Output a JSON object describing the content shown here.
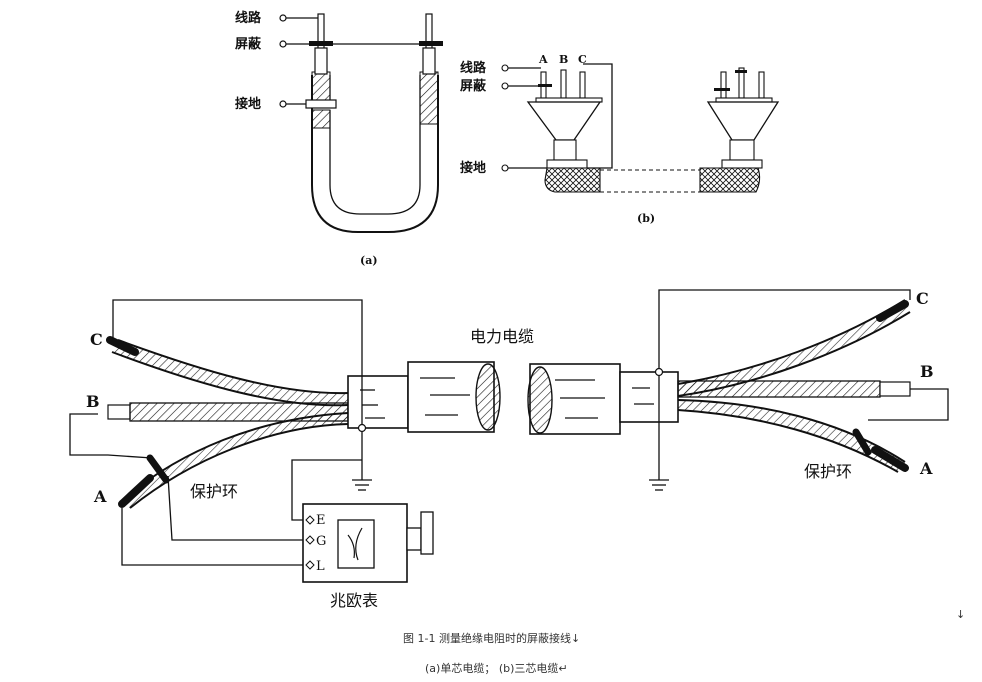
{
  "top_a": {
    "line_label": "线路",
    "shield_label": "屏蔽",
    "ground_label": "接地",
    "caption": "(a)"
  },
  "top_b": {
    "line_label": "线路",
    "shield_label": "屏蔽",
    "ground_label": "接地",
    "core_a": "A",
    "core_b": "B",
    "core_c": "C",
    "caption": "(b)"
  },
  "main": {
    "cable_label": "电力电缆",
    "left_c": "C",
    "left_b": "B",
    "left_a": "A",
    "right_c": "C",
    "right_b": "B",
    "right_a": "A",
    "guard_ring_left": "保护环",
    "guard_ring_right": "保护环",
    "terminal_e": "E",
    "terminal_g": "G",
    "terminal_l": "L",
    "meter_label": "兆欧表"
  },
  "figure_caption": "图 1-1  测量绝缘电阻时的屏蔽接线↓",
  "figure_subcaption": "(a)单芯电缆；  (b)三芯电缆↵",
  "para_mark": "↓"
}
